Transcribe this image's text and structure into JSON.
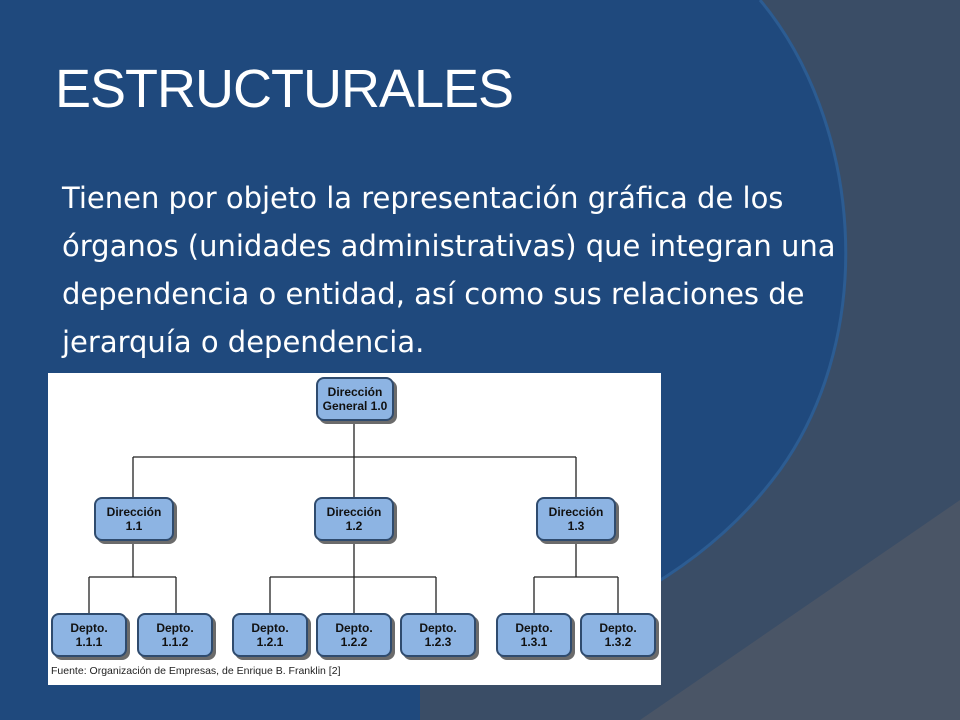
{
  "slide": {
    "title": "ESTRUCTURALES",
    "body": "Tienen por objeto la representación gráfica de los órganos (unidades administrativas) que integran una dependencia o entidad, así como sus relaciones de jerarquía o dependencia."
  },
  "theme": {
    "background": "#1f497d",
    "accent_panel": "#3a4d66",
    "box_fill": "#8db4e3",
    "box_border": "#2f4b6e"
  },
  "org_chart": {
    "root": {
      "line1": "Dirección",
      "line2": "General 1.0"
    },
    "directions": [
      {
        "line1": "Dirección",
        "line2": "1.1",
        "depts": [
          {
            "line1": "Depto.",
            "line2": "1.1.1"
          },
          {
            "line1": "Depto.",
            "line2": "1.1.2"
          }
        ]
      },
      {
        "line1": "Dirección",
        "line2": "1.2",
        "depts": [
          {
            "line1": "Depto.",
            "line2": "1.2.1"
          },
          {
            "line1": "Depto.",
            "line2": "1.2.2"
          },
          {
            "line1": "Depto.",
            "line2": "1.2.3"
          }
        ]
      },
      {
        "line1": "Dirección",
        "line2": "1.3",
        "depts": [
          {
            "line1": "Depto.",
            "line2": "1.3.1"
          },
          {
            "line1": "Depto.",
            "line2": "1.3.2"
          }
        ]
      }
    ],
    "source": "Fuente: Organización de Empresas, de Enrique B. Franklin [2]"
  }
}
